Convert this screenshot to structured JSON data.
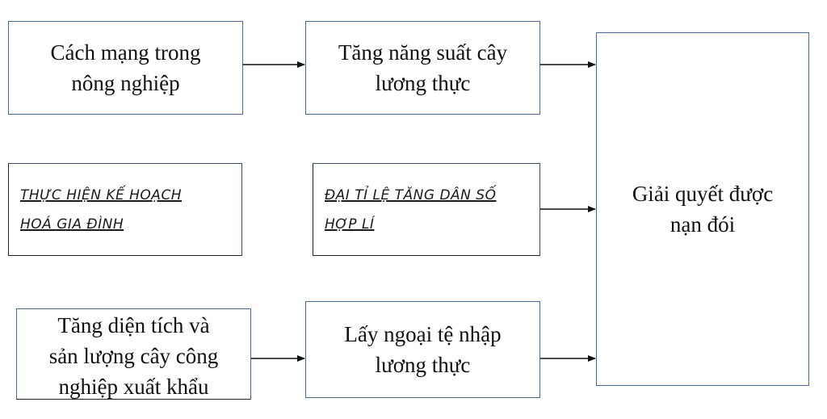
{
  "boxes": {
    "agri_revolution": "Cách mạng trong\nnông nghiệp",
    "grain_yield": "Tăng năng suất cây\nlương thực",
    "family_planning": "THỰC HIỆN KẾ HOẠCH\nHOÁ GIA ĐÌNH",
    "population_rate": "ĐẠI TỈ LỆ TĂNG DÂN SỐ\nHỢP LÍ",
    "industrial_crops": "Tăng diện tích và\nsản lượng cây công\nnghiệp xuất khẩu",
    "foreign_currency": "Lấy ngoại tệ nhập\nlương thực",
    "result": "Giải quyết được\nnạn đói"
  },
  "colors": {
    "border": "#4a6a9a",
    "arrow": "#111111"
  }
}
